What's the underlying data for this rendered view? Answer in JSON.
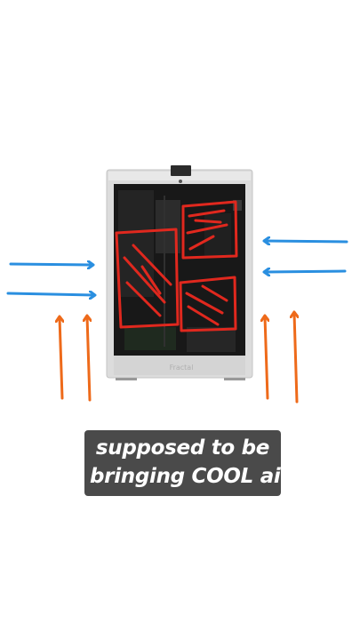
{
  "caption": {
    "line1": "supposed to be",
    "line2": "bringing COOL air"
  },
  "case_brand": "Fractal",
  "colors": {
    "intake_arrow": "#2a8fe0",
    "bottom_arrow": "#ee6a1a",
    "heat_scribble": "#e0281e",
    "case_frame": "#d8d8d8",
    "glass": "#1a1a1a",
    "caption_bg": "#404040"
  }
}
